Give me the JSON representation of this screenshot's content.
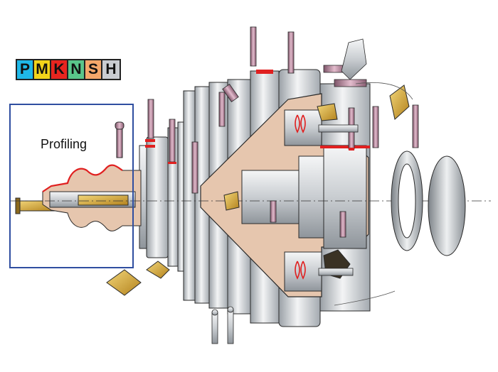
{
  "material_groups": [
    {
      "letter": "P",
      "color": "#1fb8e8"
    },
    {
      "letter": "M",
      "color": "#f2d31a"
    },
    {
      "letter": "K",
      "color": "#e8251f"
    },
    {
      "letter": "N",
      "color": "#59c58a"
    },
    {
      "letter": "S",
      "color": "#f4a76a"
    },
    {
      "letter": "H",
      "color": "#c9ccd1"
    }
  ],
  "callout": {
    "label": "Profiling",
    "border_color": "#2f4ea0"
  },
  "colors": {
    "metal_light": "#eceef0",
    "metal_mid": "#c4c8cc",
    "metal_dark": "#8e9398",
    "workpiece": "#e6c6ae",
    "insert_gold": "#d8a730",
    "tool_shank": "#b07c93",
    "cut_edge": "#e02020",
    "outline": "#2a2a2a"
  }
}
